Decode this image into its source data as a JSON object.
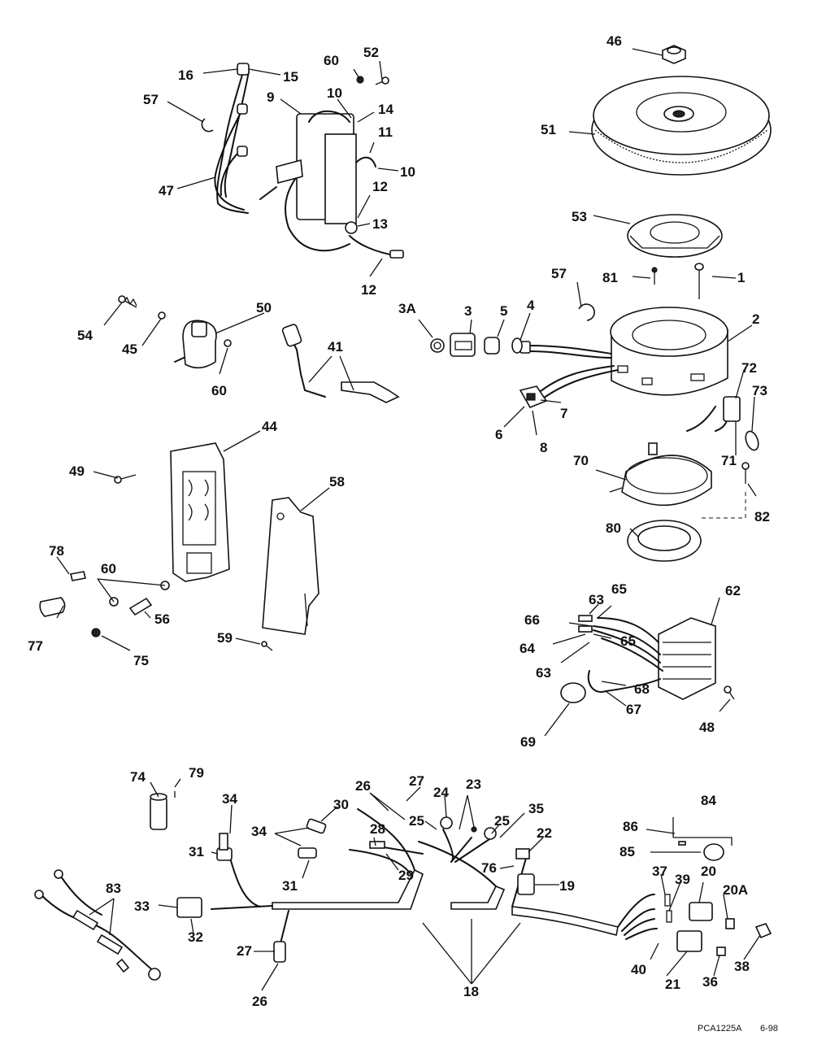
{
  "labels": {
    "l16": "16",
    "l15": "15",
    "l60a": "60",
    "l52": "52",
    "l57a": "57",
    "l9": "9",
    "l10a": "10",
    "l14": "14",
    "l11": "11",
    "l10b": "10",
    "l47": "47",
    "l12a": "12",
    "l13": "13",
    "l12b": "12",
    "l46": "46",
    "l51": "51",
    "l53": "53",
    "l81": "81",
    "l1": "1",
    "l57b": "57",
    "l3a": "3A",
    "l3": "3",
    "l5": "5",
    "l4": "4",
    "l2": "2",
    "l54": "54",
    "l45": "45",
    "l50": "50",
    "l60b": "60",
    "l41": "41",
    "l72": "72",
    "l73": "73",
    "l7": "7",
    "l6": "6",
    "l8": "8",
    "l71": "71",
    "l70": "70",
    "l82": "82",
    "l80": "80",
    "l44": "44",
    "l49": "49",
    "l58": "58",
    "l78": "78",
    "l60c": "60",
    "l56": "56",
    "l77": "77",
    "l75": "75",
    "l59": "59",
    "l63a": "63",
    "l65a": "65",
    "l62": "62",
    "l66": "66",
    "l64": "64",
    "l65b": "65",
    "l63b": "63",
    "l68": "68",
    "l67": "67",
    "l69": "69",
    "l48": "48",
    "l74": "74",
    "l79": "79",
    "l34a": "34",
    "l26a": "26",
    "l27a": "27",
    "l24": "24",
    "l23": "23",
    "l30": "30",
    "l34b": "34",
    "l28": "28",
    "l25a": "25",
    "l25b": "25",
    "l35": "35",
    "l22": "22",
    "l31a": "31",
    "l31b": "31",
    "l29": "29",
    "l76": "76",
    "l19": "19",
    "l84": "84",
    "l86": "86",
    "l85": "85",
    "l37": "37",
    "l39": "39",
    "l20": "20",
    "l20a": "20A",
    "l83": "83",
    "l33": "33",
    "l32": "32",
    "l27b": "27",
    "l26b": "26",
    "l18": "18",
    "l40": "40",
    "l21": "21",
    "l36": "36",
    "l38": "38"
  },
  "footer": {
    "code": "PCA1225A",
    "date": "6-98"
  }
}
